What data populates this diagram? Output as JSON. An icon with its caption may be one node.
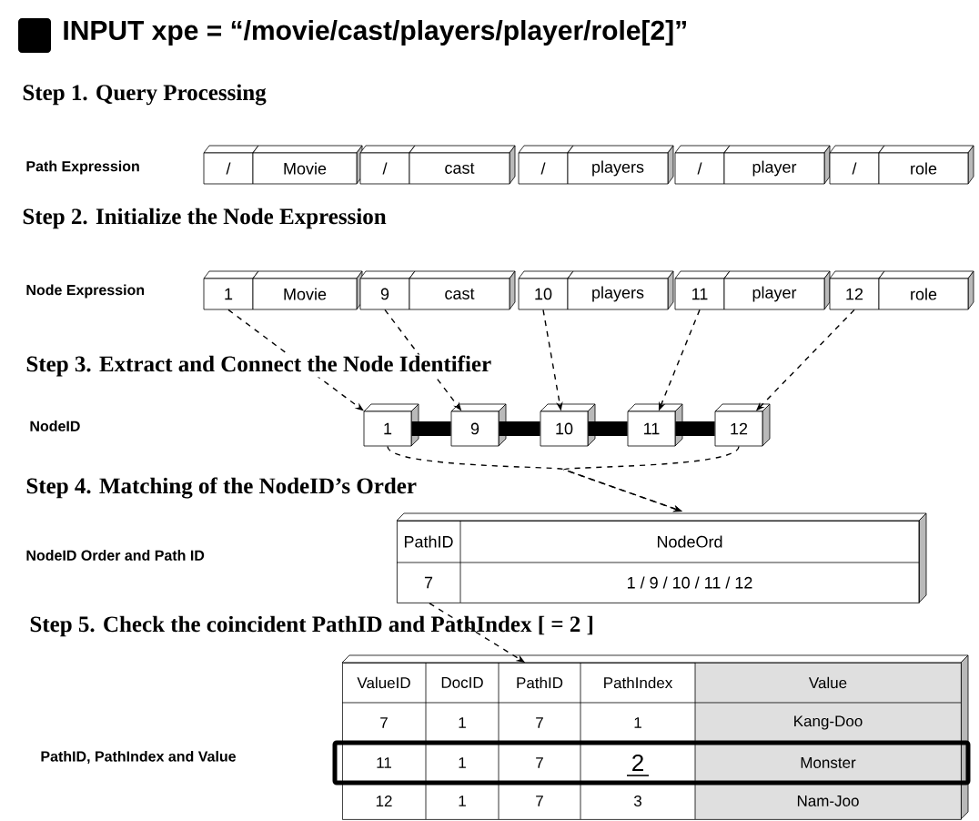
{
  "diagram": {
    "title": "INPUT xpe = “/movie/cast/players/player/role[2]”",
    "nodes": [
      {
        "text": [
          "/"
        ]
      },
      {
        "text": [
          "Movie"
        ]
      },
      {
        "text": [
          "/"
        ]
      },
      {
        "text": [
          "cast"
        ]
      },
      {
        "text": [
          "/"
        ]
      },
      {
        "text": [
          "players"
        ]
      },
      {
        "text": [
          "/"
        ]
      },
      {
        "text": [
          "player"
        ]
      },
      {
        "text": [
          "/"
        ]
      },
      {
        "text": [
          "role"
        ]
      },
      {
        "text": [
          "1"
        ]
      },
      {
        "text": [
          "Movie"
        ]
      },
      {
        "text": [
          "9"
        ]
      },
      {
        "text": [
          "cast"
        ]
      },
      {
        "text": [
          "10"
        ]
      },
      {
        "text": [
          "players"
        ]
      },
      {
        "text": [
          "11"
        ]
      },
      {
        "text": [
          "player"
        ]
      },
      {
        "text": [
          "12"
        ]
      },
      {
        "text": [
          "role"
        ]
      },
      {
        "text": [
          "1"
        ]
      },
      {
        "text": [
          "9"
        ]
      },
      {
        "text": [
          "10"
        ]
      },
      {
        "text": [
          "11"
        ]
      },
      {
        "text": [
          "12"
        ]
      },
      {
        "text": [
          "PathID",
          "NodeOrd",
          "7",
          "1 / 9 / 10 / 11 / 12"
        ]
      },
      {
        "text": [
          "ValueID",
          "DocID",
          "PathID",
          "PathIndex",
          "Value",
          "7",
          "1",
          "7",
          "1",
          "Kang-Doo",
          "11",
          "1",
          "7",
          "2",
          "Monster",
          "12",
          "1",
          "7",
          "3",
          "Nam-Joo"
        ]
      }
    ],
    "edges": [
      {
        "from": 10,
        "to": 20,
        "arrow": "to",
        "style": "dashed"
      },
      {
        "from": 12,
        "to": 21,
        "arrow": "to",
        "style": "dashed"
      },
      {
        "from": 14,
        "to": 22,
        "arrow": "to",
        "style": "dashed"
      },
      {
        "from": 16,
        "to": 23,
        "arrow": "to",
        "style": "dashed"
      },
      {
        "from": 18,
        "to": 24,
        "arrow": "to",
        "style": "dashed"
      },
      {
        "from": 20,
        "to": 21,
        "arrow": "none",
        "style": "thick"
      },
      {
        "from": 21,
        "to": 22,
        "arrow": "none",
        "style": "thick"
      },
      {
        "from": 22,
        "to": 23,
        "arrow": "none",
        "style": "thick"
      },
      {
        "from": 23,
        "to": 24,
        "arrow": "none",
        "style": "thick"
      },
      {
        "from": 20,
        "to": 25,
        "arrow": "to",
        "style": "dashed"
      },
      {
        "from": 24,
        "to": 25,
        "arrow": "to",
        "style": "dashed"
      },
      {
        "from": 25,
        "to": 26,
        "arrow": "to",
        "style": "dashed"
      }
    ],
    "labels": [
      "Step 1. Query Processing",
      "Path Expression",
      "Step 2. Initialize the Node Expression",
      "Node Expression",
      "Step 3. Extract and Connect the Node Identifier",
      "NodeID",
      "Step 4. Matching of the NodeID’s Order",
      "NodeID Order and Path ID",
      "Step 5. Check the coincident PathID and PathIndex [ = 2 ]",
      "PathID, PathIndex and Value"
    ]
  }
}
